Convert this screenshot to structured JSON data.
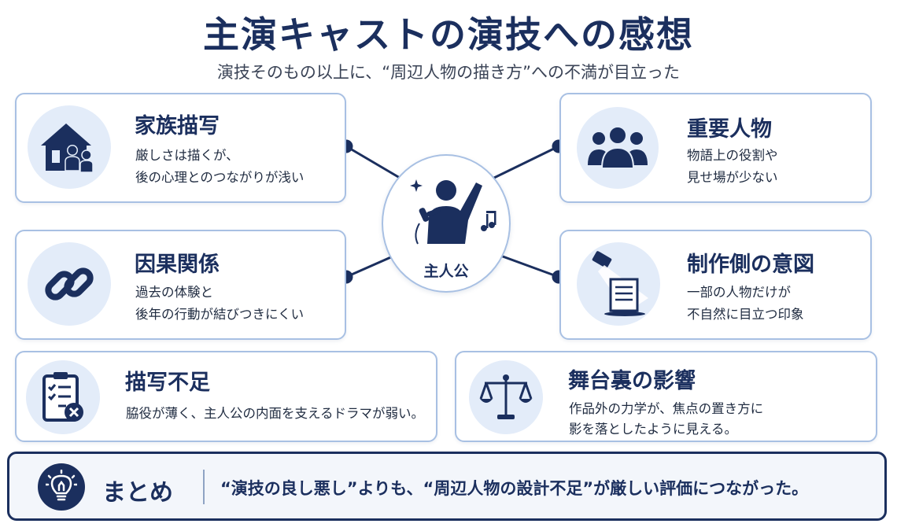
{
  "header": {
    "title": "主演キャストの演技への感想",
    "subtitle": "演技そのもの以上に、“周辺人物の描き方”への不満が目立った"
  },
  "center": {
    "label": "主人公",
    "icon": "singer-icon"
  },
  "cards": {
    "family": {
      "title": "家族描写",
      "line1": "厳しさは描くが、",
      "line2": "後の心理とのつながりが浅い",
      "icon": "family-house-icon"
    },
    "important": {
      "title": "重要人物",
      "line1": "物語上の役割や",
      "line2": "見せ場が少ない",
      "icon": "group-icon"
    },
    "causal": {
      "title": "因果関係",
      "line1": "過去の体験と",
      "line2": "後年の行動が結びつきにくい",
      "icon": "chain-link-icon"
    },
    "intent": {
      "title": "制作側の意図",
      "line1": "一部の人物だけが",
      "line2": "不自然に目立つ印象",
      "icon": "spotlight-script-icon"
    },
    "lack": {
      "title": "描写不足",
      "line1": "脇役が薄く、主人公の内面を支えるドラマが弱い。",
      "icon": "checklist-icon"
    },
    "backstage": {
      "title": "舞台裏の影響",
      "line1": "作品外の力学が、焦点の置き方に",
      "line2": "影を落としたように見える。",
      "icon": "scale-icon"
    }
  },
  "summary": {
    "label": "まとめ",
    "text": "“演技の良し悪し”よりも、“周辺人物の設計不足”が厳しい評価につながった。",
    "icon": "lightbulb-icon"
  },
  "colors": {
    "navy": "#1b2f5e",
    "border": "#a8c0e3",
    "icon_bg": "#e3ecf9"
  }
}
